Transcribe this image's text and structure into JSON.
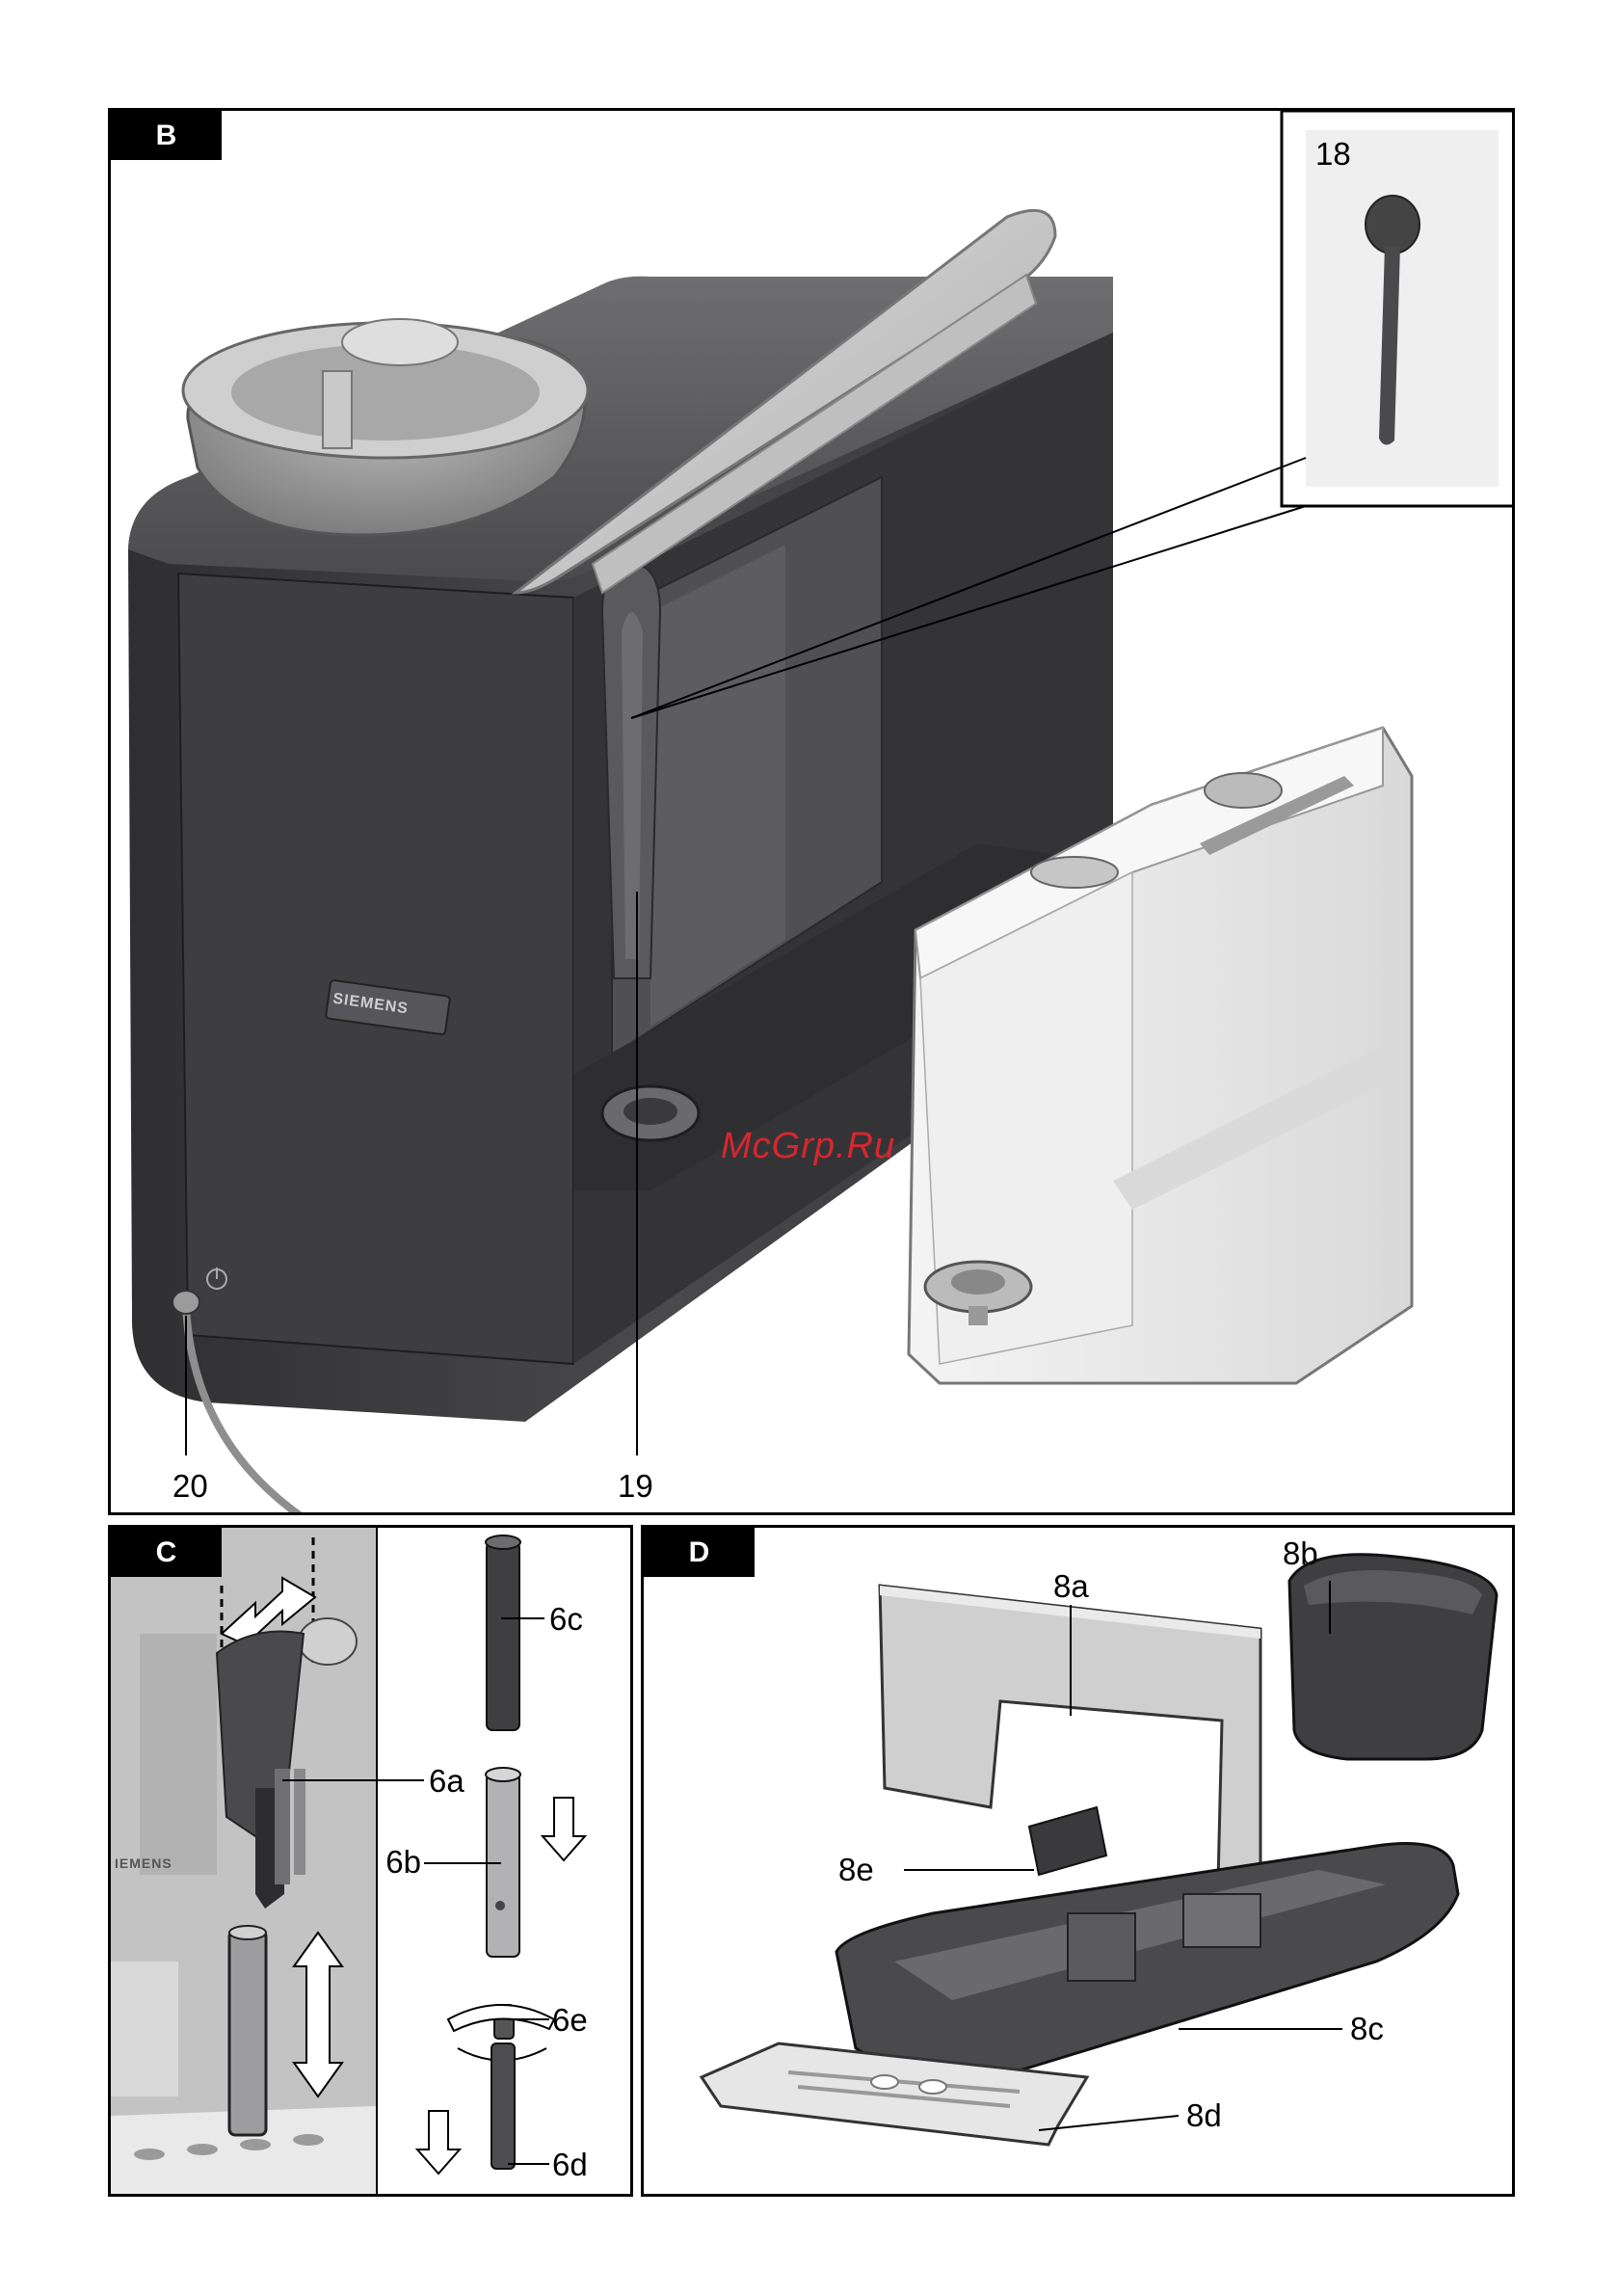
{
  "panels": {
    "b": {
      "tab": "B",
      "labels": {
        "spoon": "18",
        "spoon_holder": "19",
        "power_cord": "20"
      },
      "brand": "SIEMENS"
    },
    "c": {
      "tab": "C",
      "labels": {
        "l6a": "6a",
        "l6b": "6b",
        "l6c": "6c",
        "l6d": "6d",
        "l6e": "6e"
      },
      "brand": "IEMENS"
    },
    "d": {
      "tab": "D",
      "labels": {
        "l8a": "8a",
        "l8b": "8b",
        "l8c": "8c",
        "l8d": "8d",
        "l8e": "8e"
      }
    }
  },
  "watermark": "McGrp.Ru",
  "colors": {
    "machine": "#3a3a3c",
    "machine_light": "#5a5a5c",
    "tank": "#e6e6e6",
    "tab_bg": "#000000",
    "watermark": "#d7262e"
  }
}
